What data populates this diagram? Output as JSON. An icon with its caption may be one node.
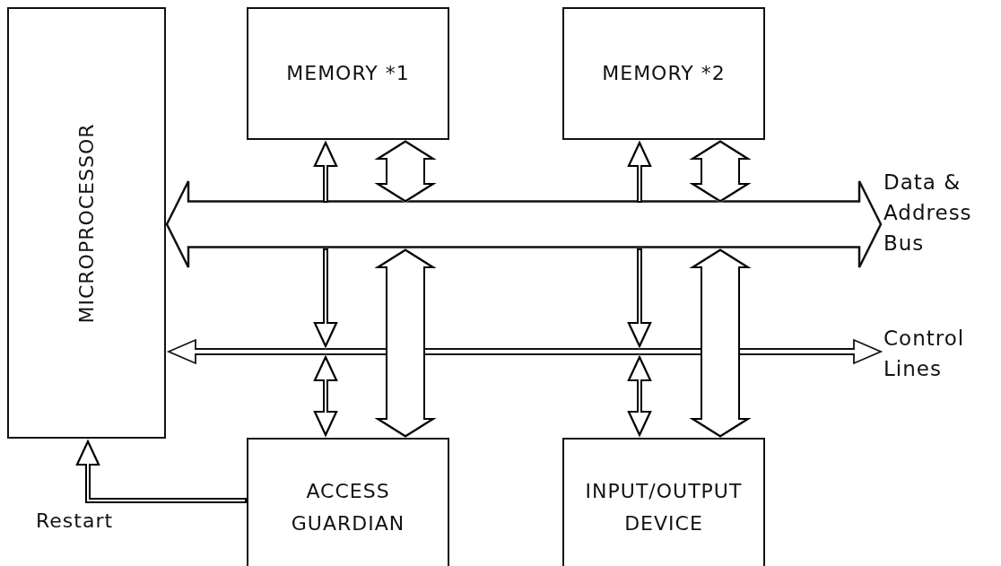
{
  "diagram": {
    "nodes": [
      {
        "text": [
          "MICROPROCESSOR"
        ]
      },
      {
        "text": [
          "MEMORY *1"
        ]
      },
      {
        "text": [
          "MEMORY *2"
        ]
      },
      {
        "text": [
          "ACCESS GUARDIAN"
        ]
      },
      {
        "text": [
          "INPUT/OUTPUT DEVICE"
        ]
      },
      {
        "text": [],
        "shape": "bar",
        "beside": [
          "Data & Address Bus"
        ]
      },
      {
        "text": [],
        "shape": "bar",
        "beside": [
          "Control Lines"
        ]
      }
    ],
    "edges": [
      {
        "from": 5,
        "to": 1,
        "arrow": "to"
      },
      {
        "from": 1,
        "to": 5,
        "arrow": "both",
        "style": "thick"
      },
      {
        "from": 5,
        "to": 2,
        "arrow": "to"
      },
      {
        "from": 2,
        "to": 5,
        "arrow": "both",
        "style": "thick"
      },
      {
        "from": 5,
        "to": 6,
        "arrow": "to"
      },
      {
        "from": 6,
        "to": 3,
        "arrow": "both"
      },
      {
        "from": 5,
        "to": 3,
        "arrow": "both",
        "style": "thick"
      },
      {
        "from": 5,
        "to": 6,
        "arrow": "to"
      },
      {
        "from": 6,
        "to": 4,
        "arrow": "both"
      },
      {
        "from": 5,
        "to": 4,
        "arrow": "both",
        "style": "thick"
      },
      {
        "from": 3,
        "to": 0,
        "arrow": "to",
        "label": "Restart"
      }
    ]
  }
}
